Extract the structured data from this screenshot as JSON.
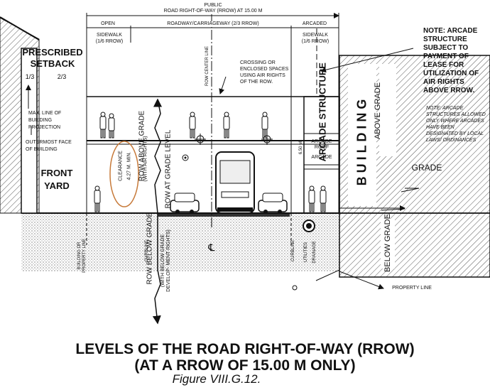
{
  "header": {
    "public": "PUBLIC",
    "rrow": "ROAD RIGHT-OF-WAY (RROW) AT 15.00 M",
    "open": "OPEN",
    "roadway": "ROADWAY/CARRIAGEWAY (2/3 RROW)",
    "arcaded": "ARCADED",
    "sidewalk_left_1": "SIDEWALK",
    "sidewalk_left_2": "(1/6 RROW)",
    "sidewalk_right_1": "SIDEWALK",
    "sidewalk_right_2": "(1/6 RROW)"
  },
  "left": {
    "prescribed": "PRESCRIBED",
    "setback": "SETBACK",
    "third": "1/3",
    "two_thirds": "2/3",
    "max_line": "MAX. LINE OF BUILDING PROJECTION",
    "outermost": "OUTERMOST FACE OF BUILDING",
    "front_yard_1": "FRONT",
    "front_yard_2": "YARD"
  },
  "center": {
    "row_center": "ROW CENTER LINE",
    "crossing": "CROSSING OR ENCLOSED SPACES USING AIR RIGHTS OF THE ROW.",
    "clearance": "CLEARANCE",
    "clearance_min": "4.27 M. MIN.",
    "row_above": "ROW ABOVE GRADE",
    "with_air": "(WITH AIR RIGHTS)",
    "row_at": "ROW AT GRADE LEVEL",
    "row_below": "ROW BELOW GRADE",
    "with_below": "(WITH BELOW GRADE DEVELOP- MENT RIGHTS)",
    "building_prop": "BUILDING OR PROPERTY LINE",
    "curbline_left": "CURBLINE",
    "curbline_right": "CURBLINE",
    "utilities": "UTILITIES",
    "drainage": "DRAINAGE",
    "cl": "℄"
  },
  "right": {
    "arcade_structure": "ARCADE STRUCTURE",
    "arcade_roof": "ARCADE ROOF",
    "arcade": "ARCADE",
    "dim_650": "6.50 M",
    "note_main": "NOTE: ARCADE STRUCTURE SUBJECT TO PAYMENT OF LEASE FOR UTILIZATION OF AIR RIGHTS ABOVE RROW.",
    "note_sub": "NOTE: ARCADE STRUCTURES ALLOWED ONLY WHERE ARCADES HAVE BEEN DESIGNATED BY LOCAL LAWS/ ORDINANCES",
    "grade": "GRADE",
    "building": "B U I L D I N G",
    "above_grade": "ABOVE GRADE",
    "below_grade": "BELOW GRADE",
    "property_line": "PROPERTY LINE"
  },
  "titles": {
    "line1": "LEVELS OF THE ROAD RIGHT-OF-WAY (RROW)",
    "line2": "(AT A RROW OF 15.00 M ONLY)",
    "figure": "Figure VIII.G.12."
  }
}
